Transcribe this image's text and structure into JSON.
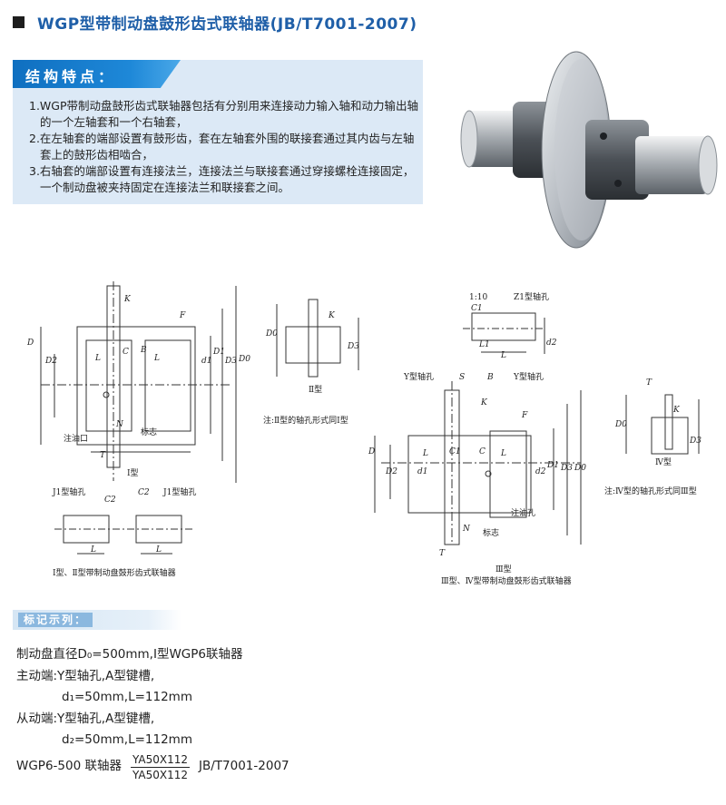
{
  "page": {
    "title": "WGP型带制动盘鼓形齿式联轴器(JB/T7001-2007)"
  },
  "features": {
    "heading": "结构特点：",
    "items": [
      "1.WGP带制动盘鼓形齿式联轴器包括有分别用来连接动力输入轴和动力输出轴的一个左轴套和一个右轴套，",
      "2.在左轴套的端部设置有鼓形齿，套在左轴套外围的联接套通过其内齿与左轴套上的鼓形齿相啮合，",
      "3.右轴套的端部设置有连接法兰，连接法兰与联接套通过穿接螺栓连接固定，一个制动盘被夹持固定在连接法兰和联接套之间。"
    ]
  },
  "photo": {
    "icon": "coupling-photo"
  },
  "drawings": {
    "fig1": {
      "caption": "Ⅰ型",
      "labels": [
        "K",
        "F",
        "D",
        "D2",
        "d1",
        "D1",
        "D3",
        "D0",
        "L",
        "L",
        "B",
        "C",
        "N",
        "T",
        "注油口",
        "标志"
      ]
    },
    "fig2": {
      "caption": "Ⅱ型",
      "labels": [
        "K",
        "D0",
        "D3"
      ],
      "note": "注:Ⅱ型的轴孔形式同Ⅰ型"
    },
    "fig_j1": {
      "caption": "Ⅰ型、Ⅱ型带制动盘鼓形齿式联轴器",
      "labels": [
        "J1型轴孔",
        "J1型轴孔",
        "C2",
        "C2",
        "L",
        "L"
      ]
    },
    "fig_z1": {
      "labels": [
        "1:10",
        "Z1型轴孔",
        "C1",
        "L1",
        "L",
        "d2"
      ]
    },
    "fig3": {
      "caption": "Ⅲ型",
      "caption2": "Ⅲ型、Ⅳ型带制动盘鼓形齿式联轴器",
      "labels": [
        "Y型轴孔",
        "Y型轴孔",
        "S",
        "B",
        "K",
        "F",
        "D",
        "D2",
        "d1",
        "d2",
        "D1",
        "D3",
        "D0",
        "L",
        "L",
        "C",
        "C1",
        "N",
        "T",
        "注油孔",
        "标志"
      ]
    },
    "fig4": {
      "caption": "Ⅳ型",
      "labels": [
        "T",
        "K",
        "D0",
        "D3"
      ],
      "note": "注:Ⅳ型的轴孔形式同Ⅲ型"
    }
  },
  "example": {
    "heading": "标记示列：",
    "line1": "制动盘直径D₀=500mm,Ⅰ型WGP6联轴器",
    "line2": "主动端:Y型轴孔,A型键槽,",
    "line3": "d₁=50mm,L=112mm",
    "line4": "从动端:Y型轴孔,A型键槽,",
    "line5": "d₂=50mm,L=112mm",
    "mark_prefix": "WGP6-500 联轴器",
    "frac_num": "YA50X112",
    "frac_den": "YA50X112",
    "mark_suffix": "JB/T7001-2007"
  }
}
